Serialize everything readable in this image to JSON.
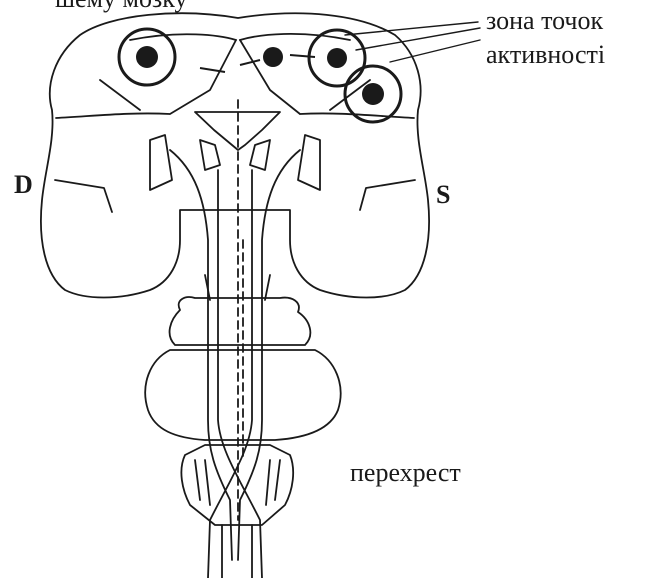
{
  "labels": {
    "top_left_fragment": "шему мозку",
    "activity_zone_line1": "зона точок",
    "activity_zone_line2": "активності",
    "right_side": "S",
    "left_side": "D",
    "decussation": "перехрест"
  },
  "colors": {
    "ink": "#1a1a1a",
    "background": "#ffffff"
  }
}
